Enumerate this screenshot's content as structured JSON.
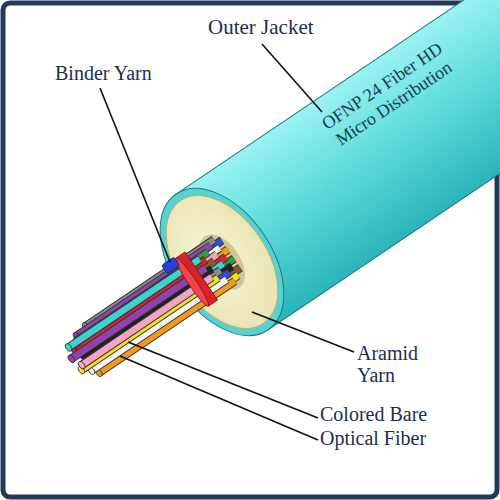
{
  "diagram": {
    "labels": [
      "Outer Jacket",
      "Binder Yarn",
      "OFNP 24 Fiber HD Micro Distribution",
      "Aramid Yarn",
      "Colored Bare Optical Fiber"
    ]
  }
}
